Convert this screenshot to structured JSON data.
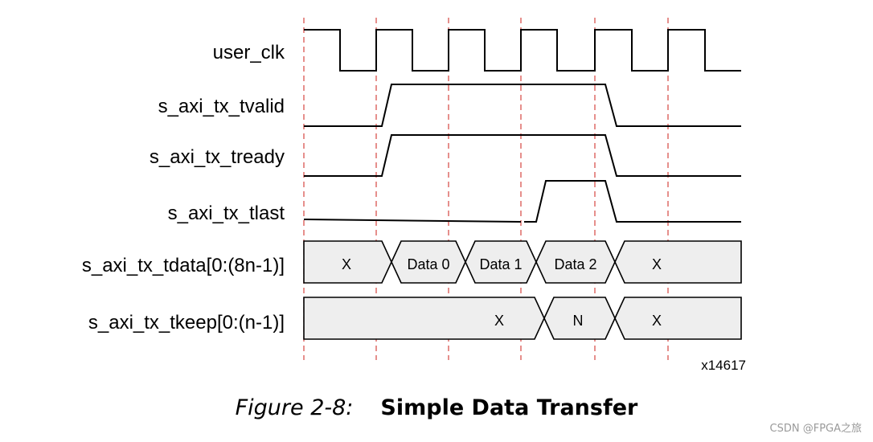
{
  "signals": [
    "user_clk",
    "s_axi_tx_tvalid",
    "s_axi_tx_tready",
    "s_axi_tx_tlast",
    "s_axi_tx_tdata[0:(8n-1)]",
    "s_axi_tx_tkeep[0:(n-1)]"
  ],
  "tdata_values": [
    "X",
    "Data 0",
    "Data 1",
    "Data 2",
    "X"
  ],
  "tkeep_values": [
    "X",
    "N",
    "X"
  ],
  "figure_id": "x14617",
  "caption": {
    "number": "Figure 2-8:",
    "title": "Simple Data Transfer"
  },
  "watermark": "CSDN @FPGA之旅",
  "colors": {
    "guide_line": "#d9534f",
    "bus_fill": "#eeeeee",
    "wave": "#000000"
  }
}
